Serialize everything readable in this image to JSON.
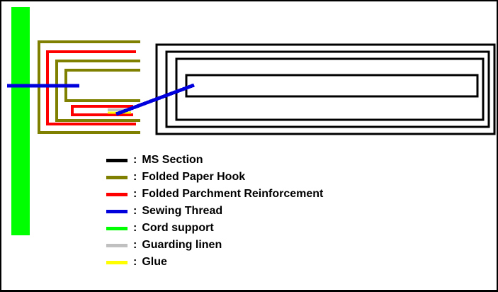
{
  "legend": {
    "separator": ":",
    "items": [
      {
        "name": "ms-section",
        "label": "MS Section",
        "color": "#000000"
      },
      {
        "name": "folded-paper-hook",
        "label": "Folded Paper Hook",
        "color": "#808000"
      },
      {
        "name": "folded-parchment-reinforcement",
        "label": "Folded Parchment Reinforcement",
        "color": "#FF0000"
      },
      {
        "name": "sewing-thread",
        "label": "Sewing Thread",
        "color": "#0000DD"
      },
      {
        "name": "cord-support",
        "label": "Cord support",
        "color": "#00FF00"
      },
      {
        "name": "guarding-linen",
        "label": "Guarding linen",
        "color": "#C0C0C0"
      },
      {
        "name": "glue",
        "label": "Glue",
        "color": "#FFFF00"
      }
    ]
  },
  "diagram": {
    "background": "#FFFFFF",
    "border": "#000000"
  }
}
